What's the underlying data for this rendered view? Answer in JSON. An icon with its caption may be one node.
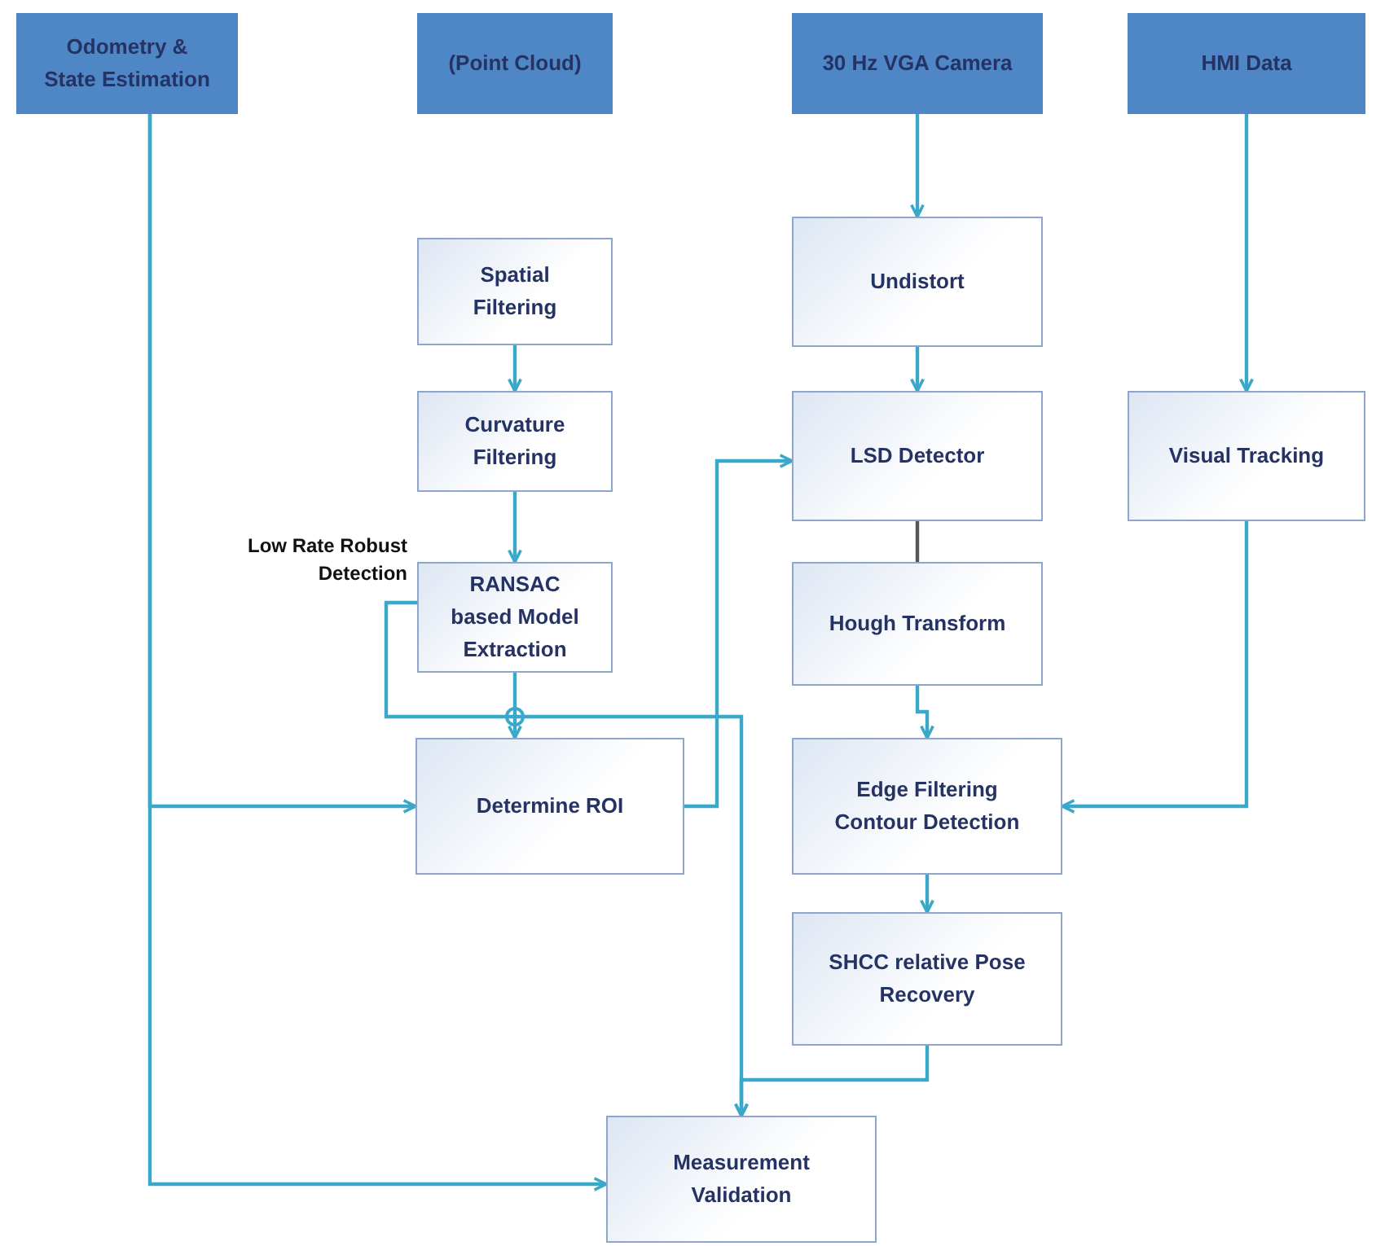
{
  "diagram": {
    "nodes": [
      {
        "text": [
          "Odometry & State Estimation"
        ]
      },
      {
        "text": [
          "(Point Cloud)"
        ]
      },
      {
        "text": [
          "30 Hz VGA Camera"
        ]
      },
      {
        "text": [
          "HMI Data"
        ]
      },
      {
        "text": [
          "Spatial Filtering"
        ]
      },
      {
        "text": [
          "Undistort"
        ]
      },
      {
        "text": [
          "Curvature Filtering"
        ]
      },
      {
        "text": [
          "LSD Detector"
        ]
      },
      {
        "text": [
          "Visual Tracking"
        ]
      },
      {
        "text": [
          "RANSAC based Model Extraction"
        ]
      },
      {
        "text": [
          "Hough Transform"
        ]
      },
      {
        "text": [
          "Determine ROI"
        ]
      },
      {
        "text": [
          "Edge Filtering Contour Detection"
        ]
      },
      {
        "text": [
          "SHCC relative Pose Recovery"
        ]
      },
      {
        "text": [
          "Measurement Validation"
        ]
      }
    ],
    "edges": [
      {
        "from": 0,
        "to": 11,
        "arrow": "to"
      },
      {
        "from": 0,
        "to": 14,
        "arrow": "to"
      },
      {
        "from": 2,
        "to": 5,
        "arrow": "to"
      },
      {
        "from": 5,
        "to": 7,
        "arrow": "to"
      },
      {
        "from": 4,
        "to": 6,
        "arrow": "to"
      },
      {
        "from": 6,
        "to": 9,
        "arrow": "to"
      },
      {
        "from": 9,
        "to": 11,
        "arrow": "to"
      },
      {
        "from": 9,
        "to": 14,
        "arrow": "to"
      },
      {
        "from": 11,
        "to": 7,
        "arrow": "to"
      },
      {
        "from": 7,
        "to": 10,
        "arrow": "none",
        "color": "#555555"
      },
      {
        "from": 10,
        "to": 12,
        "arrow": "to"
      },
      {
        "from": 3,
        "to": 8,
        "arrow": "to"
      },
      {
        "from": 8,
        "to": 12,
        "arrow": "to"
      },
      {
        "from": 12,
        "to": 13,
        "arrow": "to"
      },
      {
        "from": 13,
        "to": 14,
        "arrow": "to"
      }
    ],
    "labels": [
      "Low Rate Robust Detection"
    ]
  }
}
